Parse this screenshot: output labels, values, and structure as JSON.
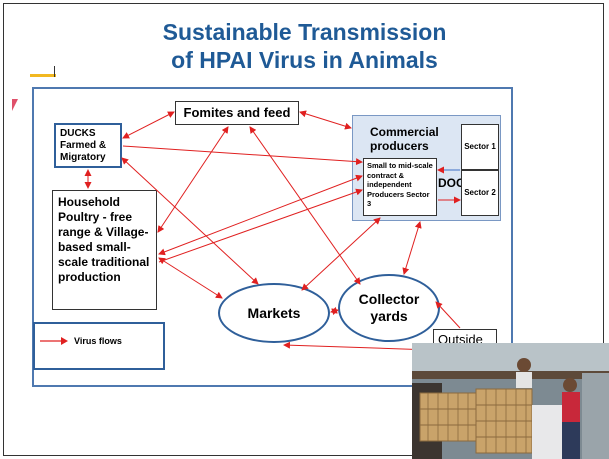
{
  "slide": {
    "title_line1": "Sustainable Transmission",
    "title_line2": "of HPAI Virus in Animals"
  },
  "nodes": {
    "ducks": "DUCKS Farmed & Migratory",
    "fomites": "Fomites and feed",
    "household": "Household Poultry  - free range & Village-based small-scale traditional production",
    "commercial": "Commercial producers",
    "small_producers": "Small to mid-scale contract & independent Producers Sector 3",
    "doc": "DOC",
    "sector1": "Sector 1",
    "sector2": "Sector 2",
    "markets": "Markets",
    "collector": "Collector yards",
    "outside": "Outside region"
  },
  "legend": {
    "label": "Virus flows"
  },
  "colors": {
    "title": "#1f5a96",
    "arrow": "#e02020",
    "frame": "#4f79b0",
    "commercial_fill": "#dce6f3"
  },
  "photo": {
    "description_icon": "poultry-crates-photo"
  }
}
